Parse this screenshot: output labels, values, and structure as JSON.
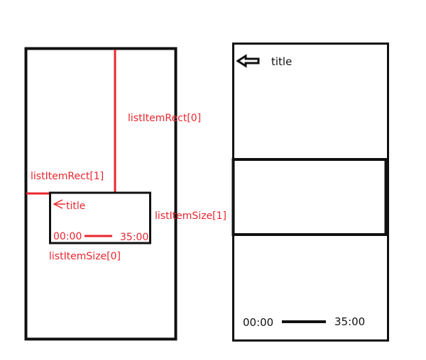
{
  "left_panel": {
    "annotations": {
      "list_item_rect_0": "listItemRect[0]",
      "list_item_rect_1": "listItemRect[1]",
      "list_item_size_0": "listItemSize[0]",
      "list_item_size_1": "listItemSize[1]"
    },
    "mini_item": {
      "title": "title",
      "start_time": "00:00",
      "end_time": "35:00"
    }
  },
  "right_panel": {
    "title": "title",
    "start_time": "00:00",
    "end_time": "35:00",
    "back_icon": "left-arrow-icon"
  },
  "colors": {
    "annotation_red": "#e8262e",
    "outline_black": "#111111"
  }
}
